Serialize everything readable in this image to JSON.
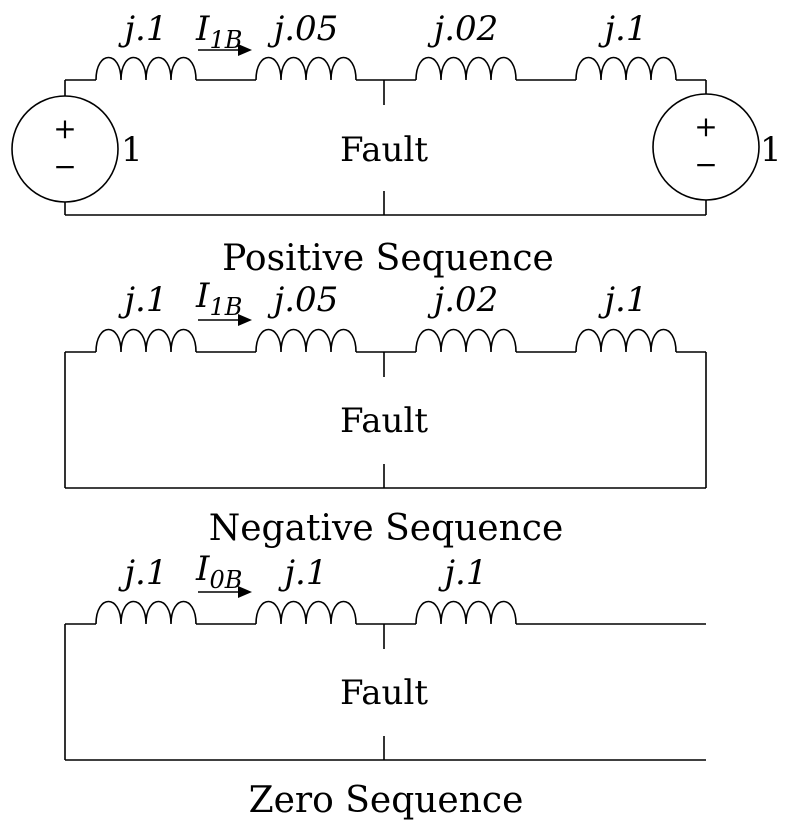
{
  "positive": {
    "impedances": [
      "j.1",
      "j.05",
      "j.02",
      "j.1"
    ],
    "current": {
      "main": "I",
      "sub": "1B"
    },
    "fault_label": "Fault",
    "source_left": {
      "plus": "+",
      "minus": "−",
      "value": "1"
    },
    "source_right": {
      "plus": "+",
      "minus": "−",
      "value": "1"
    },
    "caption": "Positive Sequence"
  },
  "negative": {
    "impedances": [
      "j.1",
      "j.05",
      "j.02",
      "j.1"
    ],
    "current": {
      "main": "I",
      "sub": "1B"
    },
    "fault_label": "Fault",
    "caption": "Negative Sequence"
  },
  "zero": {
    "impedances": [
      "j.1",
      "j.1",
      "j.1"
    ],
    "current": {
      "main": "I",
      "sub": "0B"
    },
    "fault_label": "Fault",
    "caption": "Zero Sequence"
  }
}
